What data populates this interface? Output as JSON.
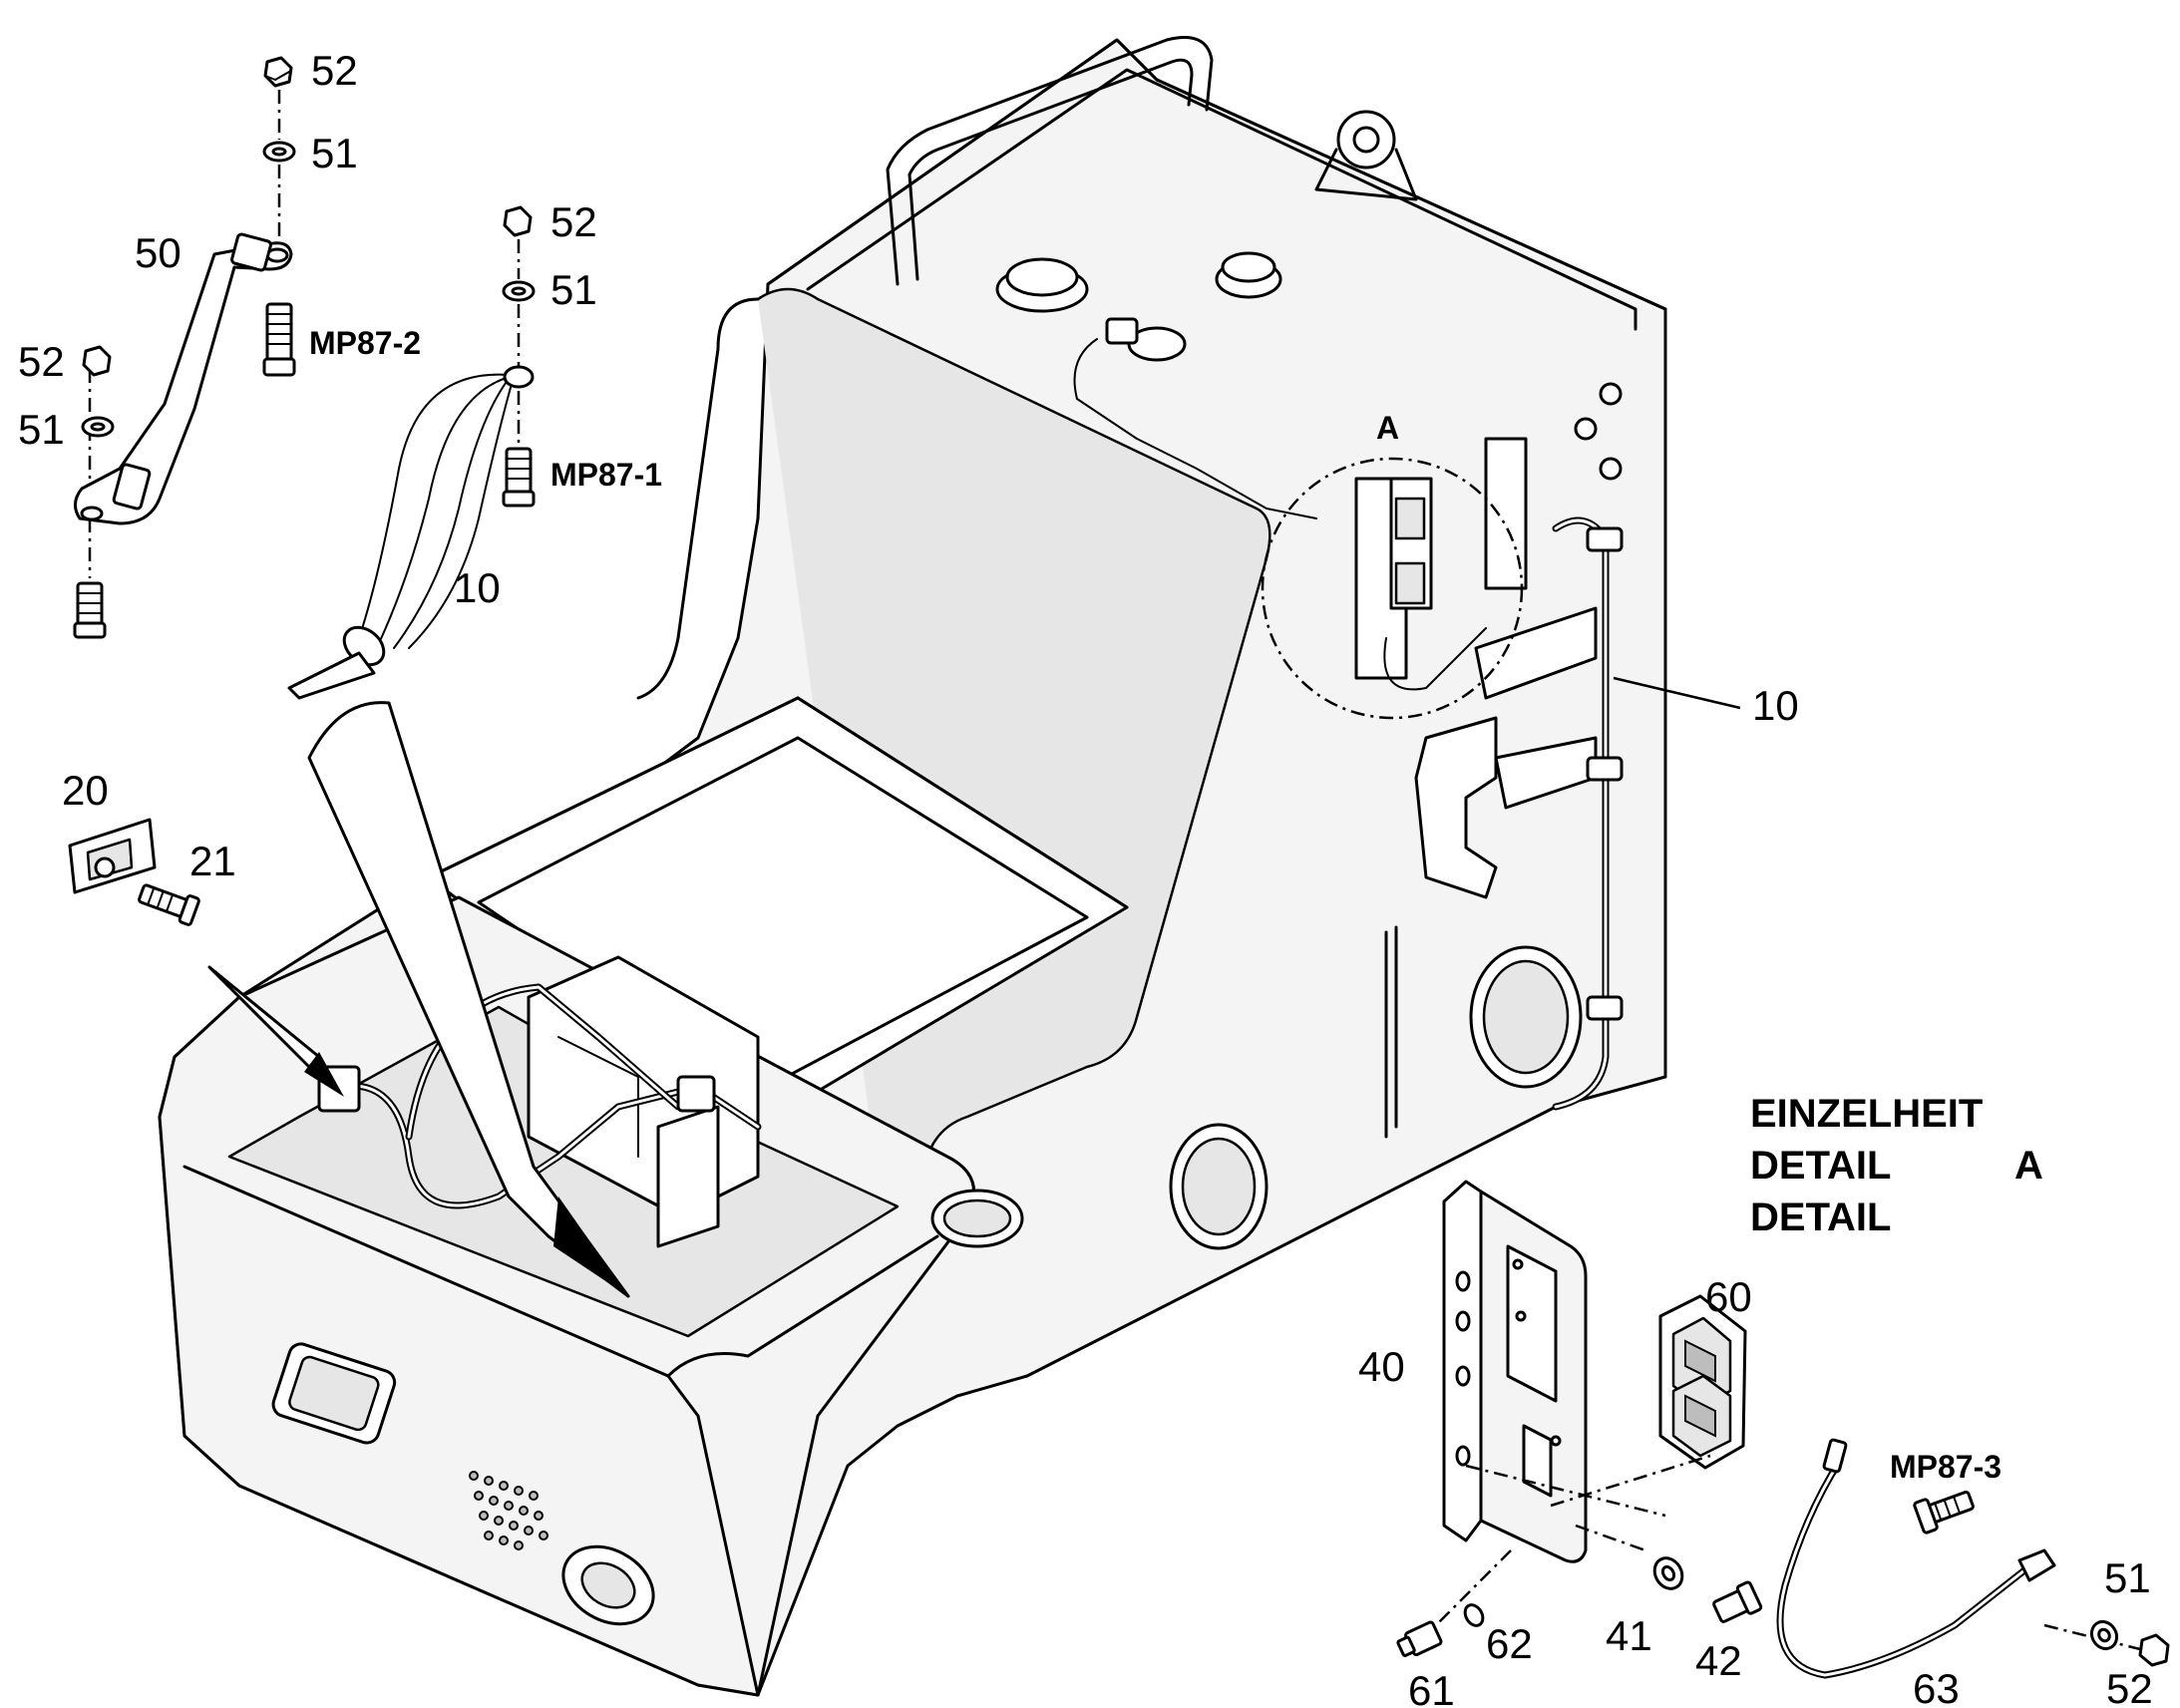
{
  "labels": {
    "nut_top_1": "52",
    "washer_top_1": "51",
    "strap": "50",
    "screw_mp87_2": "MP87-2",
    "nut_left": "52",
    "washer_left": "51",
    "nut_top_2": "52",
    "washer_top_2": "51",
    "screw_mp87_1": "MP87-1",
    "harness_left": "10",
    "detail_marker": "A",
    "harness_right": "10",
    "clamp": "20",
    "clamp_screw": "21",
    "bracket": "40",
    "connector": "60",
    "screw_mp87_3": "MP87-3",
    "washer_br": "51",
    "nut_br": "52",
    "washer_41": "41",
    "bolt_42": "42",
    "washer_62": "62",
    "nut_61": "61",
    "cable_63": "63"
  },
  "detail_title": {
    "line1": "EINZELHEIT",
    "line2": "DETAIL",
    "line2_ref": "A",
    "line3": "DETAIL"
  }
}
